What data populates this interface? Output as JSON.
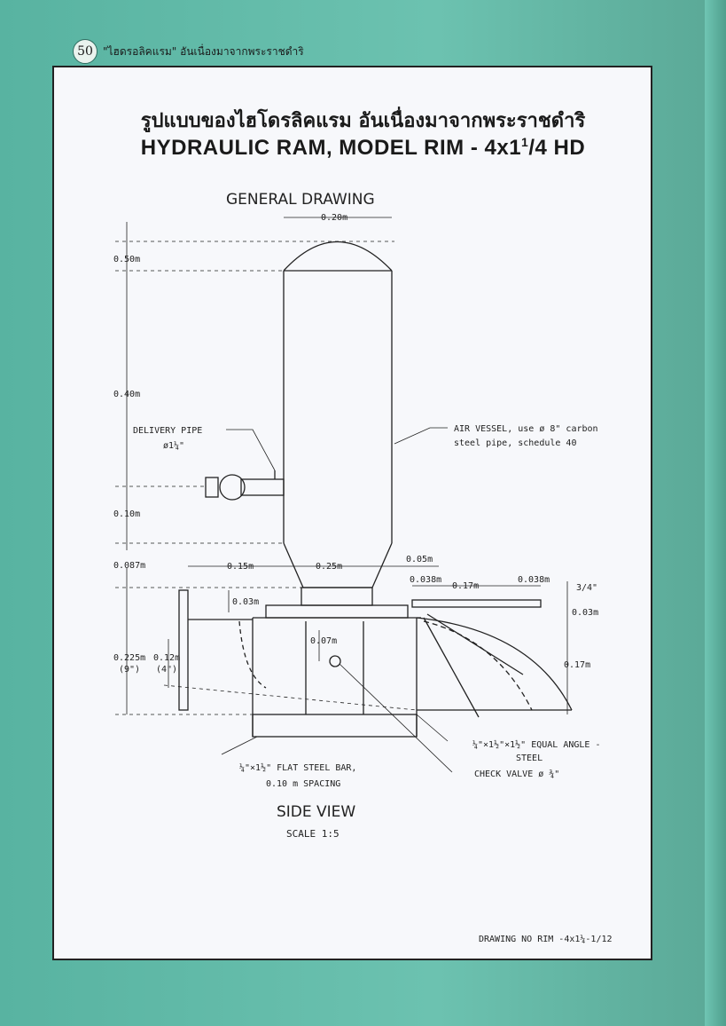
{
  "header": {
    "page_number": "50",
    "running_title": "\"ไฮดรอลิคแรม\" อันเนื่องมาจากพระราชดำริ"
  },
  "titles": {
    "thai": "รูปแบบของไฮโดรลิคแรม อันเนื่องมาจากพระราชดำริ",
    "english_prefix": "HYDRAULIC RAM, MODEL RIM - 4x1",
    "english_sup": "1",
    "english_suffix": "/4 HD"
  },
  "drawing": {
    "general_drawing": "GENERAL DRAWING",
    "side_view": "SIDE VIEW",
    "scale": "SCALE 1:5",
    "drawing_no": "DRAWING NO RIM -4x1¼-1/12",
    "dimensions": {
      "d_020": "0.20m",
      "d_050": "0.50m",
      "d_040": "0.40m",
      "d_010": "0.10m",
      "d_0087": "0.087m",
      "d_015": "0.15m",
      "d_025": "0.25m",
      "d_005": "0.05m",
      "d_0038a": "0.038m",
      "d_017h": "0.17m",
      "d_0038b": "0.038m",
      "d_34": "3/4\"",
      "d_003a": "0.03m",
      "d_003b": "0.03m",
      "d_0225": "0.225m",
      "d_9in": "(9\")",
      "d_012": "0.12m",
      "d_4in": "(4\")",
      "d_007": "0.07m",
      "d_017v": "0.17m"
    },
    "callouts": {
      "delivery_pipe": "DELIVERY PIPE",
      "delivery_pipe_size": "ø1¼\"",
      "air_vessel_1": "AIR VESSEL, use ø 8\" carbon",
      "air_vessel_2": "steel pipe, schedule 40",
      "angle_steel_1": "¼\"×1½\"×1½\" EQUAL ANGLE -",
      "angle_steel_2": "STEEL",
      "check_valve": "CHECK VALVE ø ¾\"",
      "flat_bar_1": "¼\"×1½\" FLAT STEEL BAR,",
      "flat_bar_2": "0.10 m SPACING"
    }
  },
  "colors": {
    "background": "#5fb8a6",
    "sheet": "#f7f8fb",
    "ink": "#222222"
  }
}
